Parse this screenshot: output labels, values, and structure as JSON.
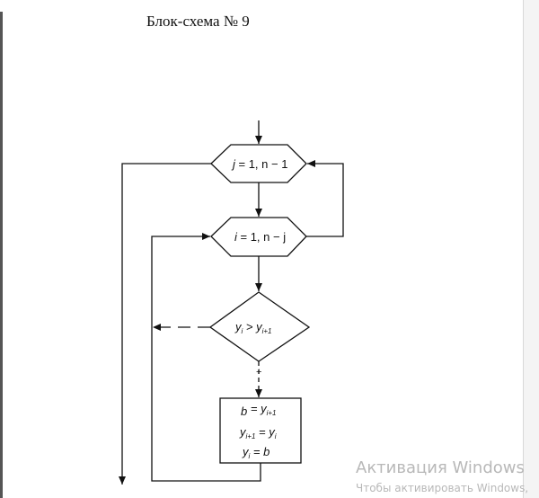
{
  "document": {
    "title": "Блок-схема № 9"
  },
  "flowchart": {
    "loop_outer": {
      "var": "j",
      "rest": " = 1, n − 1"
    },
    "loop_inner": {
      "var": "i",
      "rest": " = 1, n − j"
    },
    "condition": {
      "a": "y",
      "a_sub": "i",
      "op": " > ",
      "b": "y",
      "b_sub": "i+1"
    },
    "condition_yes": "+",
    "process": [
      {
        "lhs": "b",
        "lhs_sub": "",
        "rhs": "y",
        "rhs_sub": "i+1"
      },
      {
        "lhs": "y",
        "lhs_sub": "i+1",
        "rhs": "y",
        "rhs_sub": "i"
      },
      {
        "lhs": "y",
        "lhs_sub": "i",
        "rhs": "b",
        "rhs_sub": ""
      }
    ]
  },
  "watermark": {
    "title": "Активация Windows",
    "subtitle": "Чтобы активировать Windows,"
  }
}
